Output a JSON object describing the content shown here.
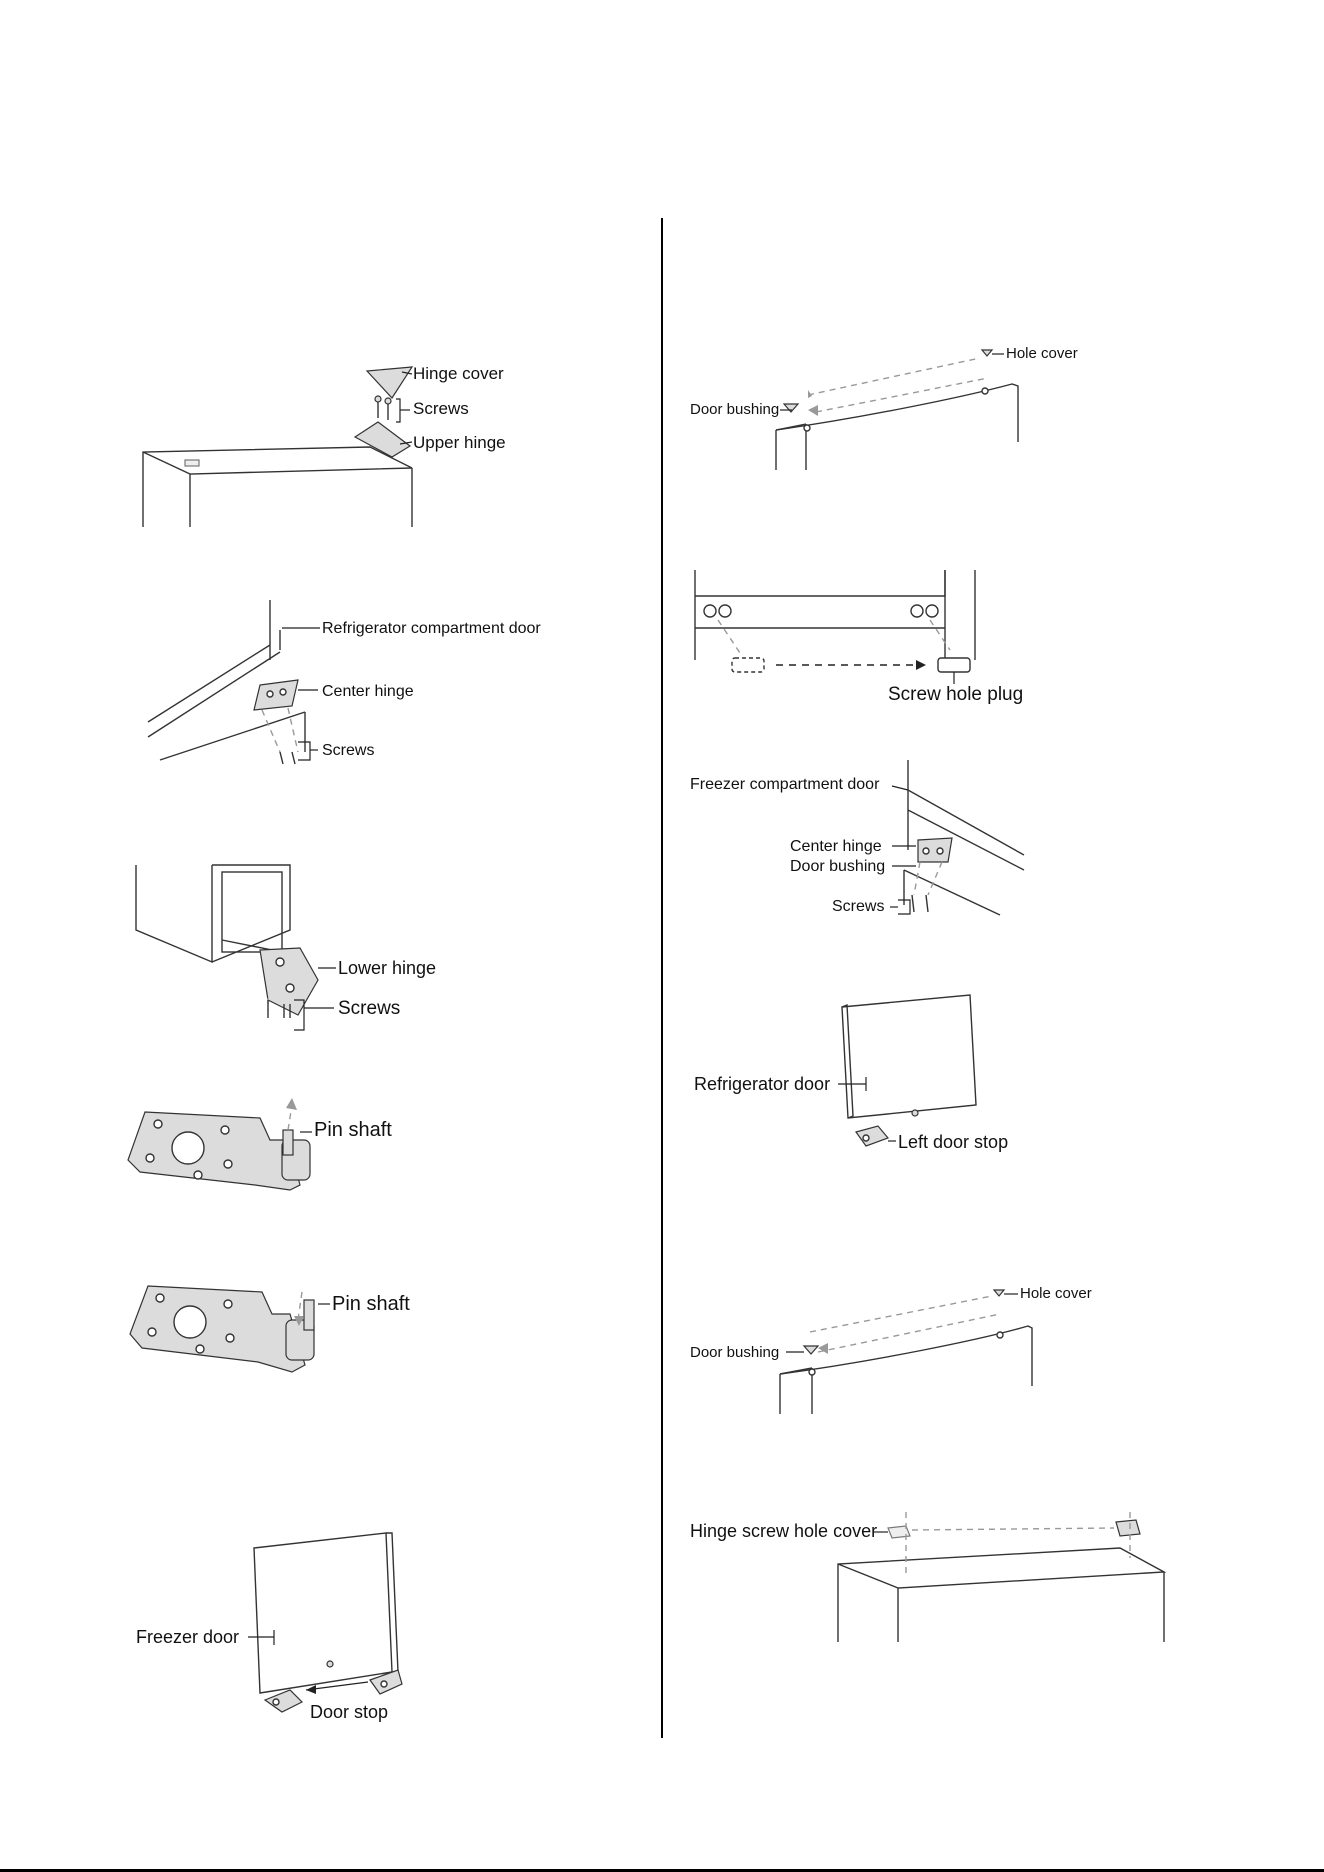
{
  "labels": {
    "hinge_cover": "Hinge cover",
    "screws_top": "Screws",
    "upper_hinge": "Upper hinge",
    "refrigerator_compartment_door": "Refrigerator compartment door",
    "center_hinge_left": "Center hinge",
    "screws_center_left": "Screws",
    "lower_hinge": "Lower hinge",
    "screws_lower": "Screws",
    "pin_shaft_1": "Pin shaft",
    "pin_shaft_2": "Pin shaft",
    "freezer_door": "Freezer door",
    "door_stop": "Door stop",
    "hole_cover_1": "Hole cover",
    "door_bushing_1": "Door bushing",
    "screw_hole_plug": "Screw hole plug",
    "freezer_compartment_door": "Freezer compartment door",
    "center_hinge_right": "Center hinge",
    "door_bushing_center": "Door bushing",
    "screws_center_right": "Screws",
    "refrigerator_door": "Refrigerator door",
    "left_door_stop": "Left door stop",
    "hole_cover_2": "Hole cover",
    "door_bushing_2": "Door bushing",
    "hinge_screw_hole_cover": "Hinge screw hole cover"
  },
  "colors": {
    "line": "#333333",
    "divider": "#000000",
    "dashed": "#999999"
  }
}
